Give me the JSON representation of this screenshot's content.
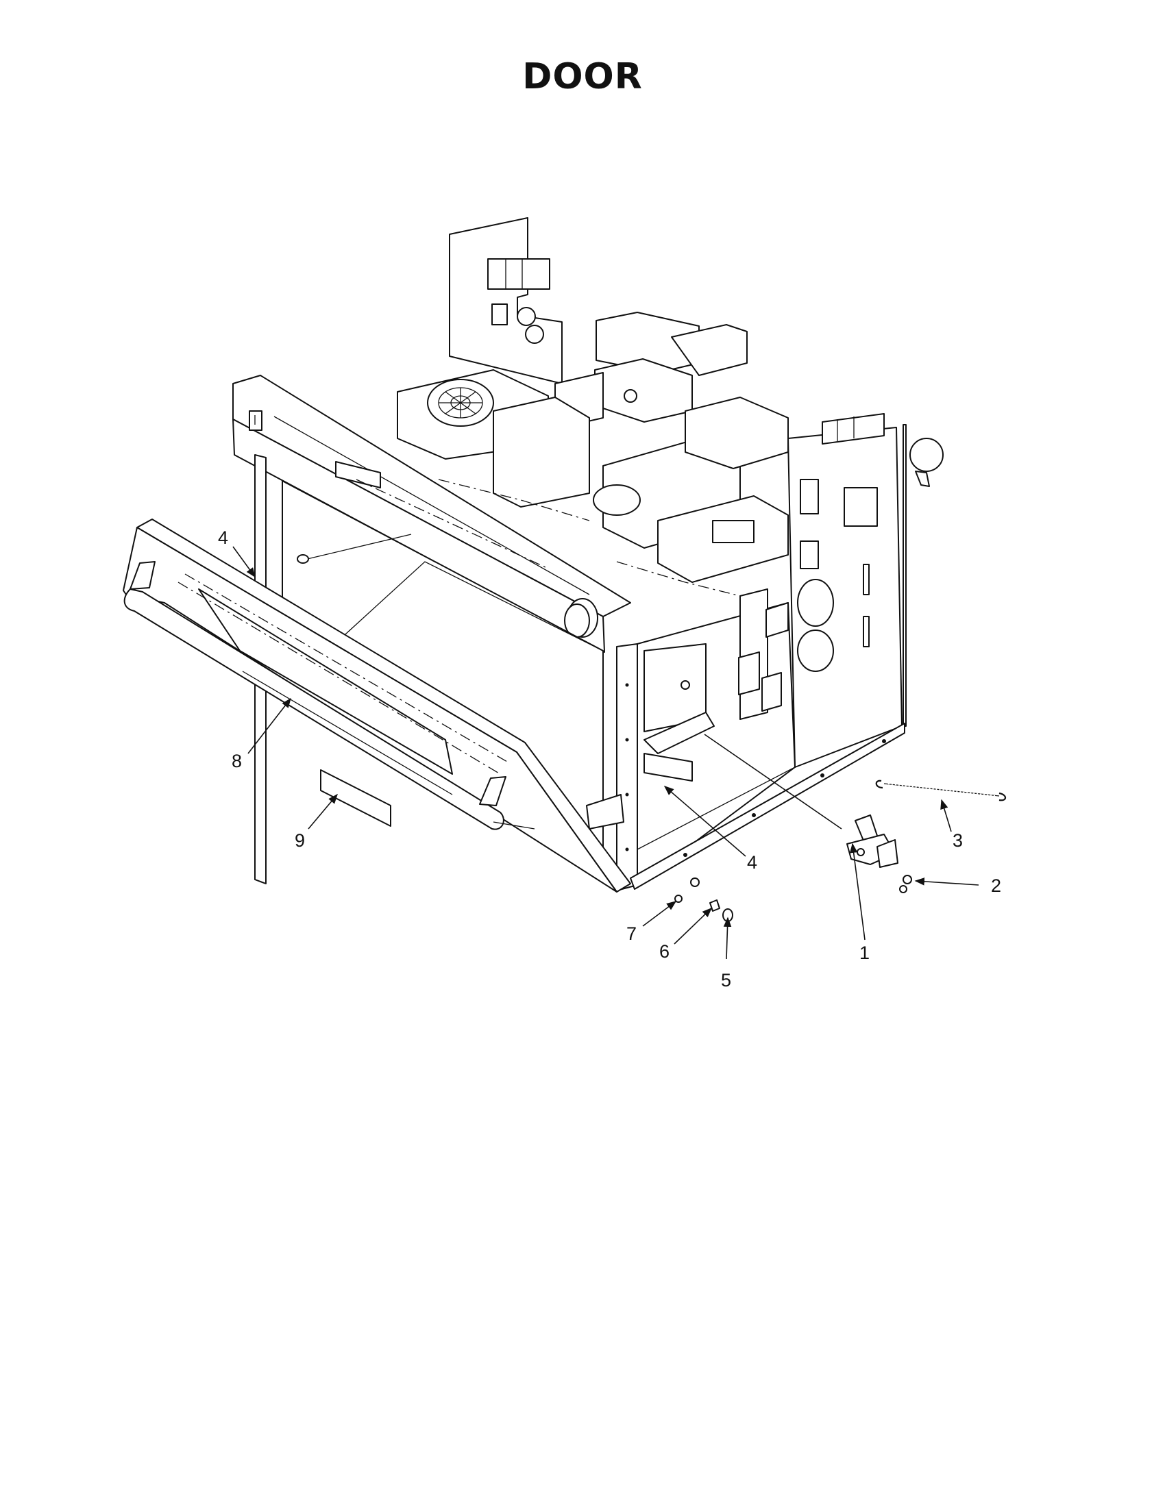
{
  "title": "DOOR",
  "callouts": [
    {
      "id": "c1",
      "label": "1"
    },
    {
      "id": "c2",
      "label": "2"
    },
    {
      "id": "c3",
      "label": "3"
    },
    {
      "id": "c4a",
      "label": "4"
    },
    {
      "id": "c4b",
      "label": "4"
    },
    {
      "id": "c5",
      "label": "5"
    },
    {
      "id": "c6",
      "label": "6"
    },
    {
      "id": "c7",
      "label": "7"
    },
    {
      "id": "c8",
      "label": "8"
    },
    {
      "id": "c9",
      "label": "9"
    }
  ]
}
